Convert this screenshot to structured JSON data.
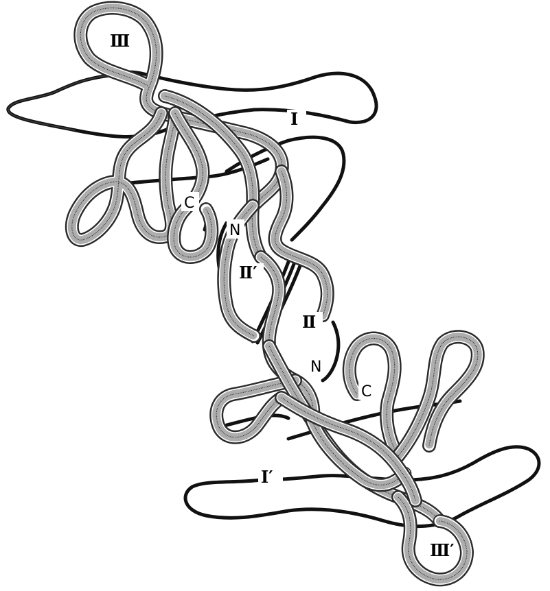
{
  "figure": {
    "labels": {
      "III": "Ⅲ",
      "I": "I",
      "C_top": "C",
      "N_top": "N",
      "II_prime": "Ⅱ′",
      "II": "Ⅱ",
      "N_bottom": "N",
      "C_bottom": "C",
      "I_prime": "I′",
      "III_prime": "Ⅲ′"
    },
    "colors": {
      "dark_strand": "#111111",
      "stippled_strand": "#8a8a8a",
      "background": "#ffffff"
    }
  }
}
